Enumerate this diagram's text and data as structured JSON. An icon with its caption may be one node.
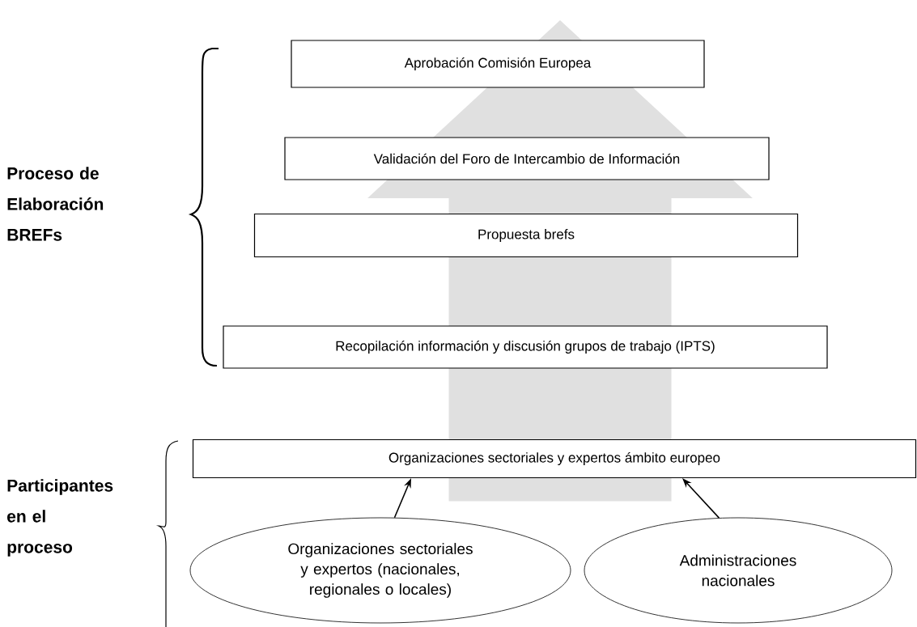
{
  "diagram": {
    "nodes": [
      {
        "text": [
          "Aprobación Comisión Europea"
        ]
      },
      {
        "text": [
          "Validación del Foro de Intercambio de Información"
        ]
      },
      {
        "text": [
          "Propuesta brefs"
        ]
      },
      {
        "text": [
          "Recopilación información y discusión grupos de trabajo (IPTS)"
        ]
      },
      {
        "text": [
          "Organizaciones sectoriales y expertos ámbito europeo"
        ]
      },
      {
        "text": [
          "Organizaciones sectoriales y expertos (nacionales, regionales o locales)"
        ]
      },
      {
        "text": [
          "Administraciones nacionales"
        ]
      }
    ],
    "edges": [
      {
        "from": 5,
        "to": 4,
        "arrow": "to"
      },
      {
        "from": 6,
        "to": 4,
        "arrow": "to"
      },
      {
        "from": 4,
        "to": 0,
        "arrow": "to",
        "style": "thick",
        "color": "#e0e0e0"
      }
    ],
    "labels": [
      "Proceso de Elaboración BREFs",
      "Participantes en el proceso"
    ]
  }
}
